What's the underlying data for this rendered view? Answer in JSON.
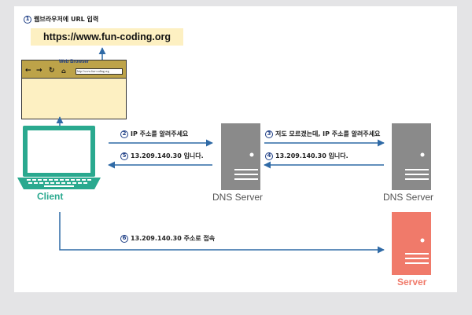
{
  "steps": {
    "s1": {
      "num": "1",
      "text": "웹브라우저에 URL 입력"
    },
    "s2": {
      "num": "2",
      "text": "IP 주소를 알려주세요"
    },
    "s3": {
      "num": "3",
      "text": "저도 모르겠는데, IP 주소를 알려주세요"
    },
    "s4": {
      "num": "4",
      "text": "13.209.140.30 입니다."
    },
    "s5": {
      "num": "5",
      "text": "13.209.140.30 입니다."
    },
    "s6": {
      "num": "6",
      "text": "13.209.140.30 주소로 접속"
    }
  },
  "url": "https://www.fun-coding.org",
  "browser": {
    "title": "Web Browser",
    "address": "http://www.fun-coding.org",
    "nav_icons": [
      "back-arrow-icon",
      "forward-arrow-icon",
      "reload-icon",
      "home-icon"
    ]
  },
  "nodes": {
    "client": "Client",
    "dns1": "DNS Server",
    "dns2": "DNS Server",
    "server": "Server"
  },
  "colors": {
    "client": "#2aa98f",
    "dns_server": "#8a8a8a",
    "web_server": "#f07a6a",
    "arrow": "#2f6aa6",
    "step_circle": "#1f3f86",
    "url_highlight": "#fdf0c2",
    "browser_bar": "#bda349"
  }
}
